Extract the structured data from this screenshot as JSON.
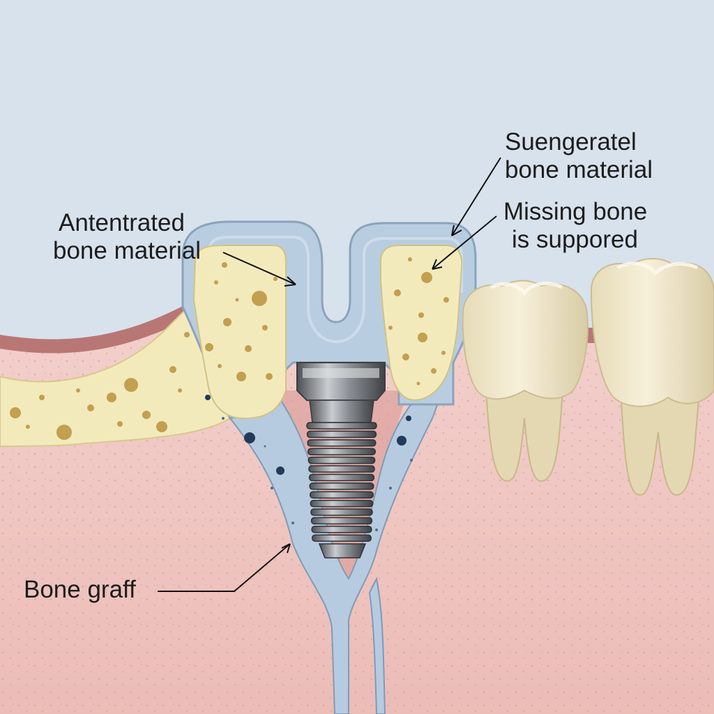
{
  "diagram": {
    "labels": {
      "augmented": {
        "line1": "Antentrated",
        "line2": "bone material"
      },
      "suengeratel": {
        "line1": "Suengeratel",
        "line2": "bone material"
      },
      "missing_bone": {
        "line1": "Missing bone",
        "line2": "is suppored"
      },
      "bone_graft": {
        "text": "Bone graff"
      }
    },
    "colors": {
      "background": "#d8e2ec",
      "gum": "#efc4c0",
      "gum_dark": "#a86c6a",
      "bone": "#f4ecbe",
      "bone_spots": "#c8a65a",
      "membrane": "#b3c8dc",
      "implant": "#8a8e94",
      "tooth": "#f1e8cf"
    },
    "icons": [
      "dental-implant-icon",
      "molar-tooth-icon"
    ]
  }
}
